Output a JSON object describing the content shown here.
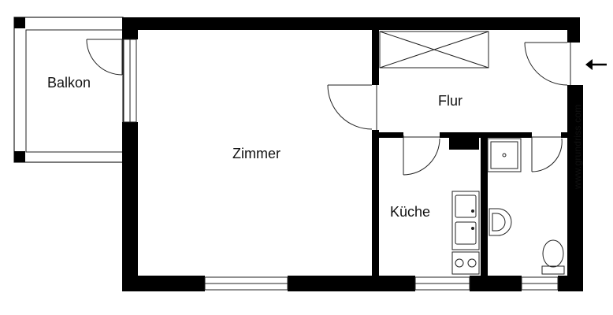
{
  "rooms": {
    "balkon": "Balkon",
    "zimmer": "Zimmer",
    "flur": "Flur",
    "kueche": "Küche"
  },
  "watermark": "www.grundriss.com",
  "colors": {
    "wall": "#000000",
    "line": "#222222",
    "background": "#ffffff"
  }
}
